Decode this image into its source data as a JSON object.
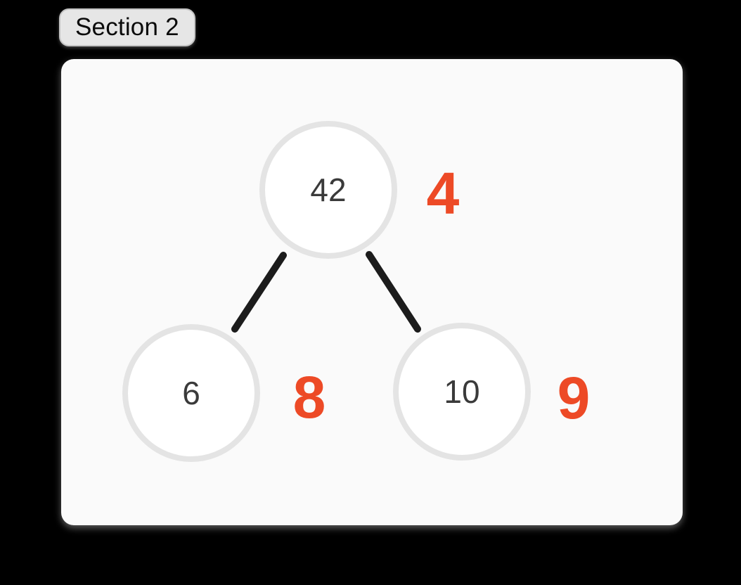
{
  "screen": {
    "background_color": "#000000"
  },
  "section_badge": {
    "label": "Section 2"
  },
  "card": {
    "background_color": "#FAFAFA"
  },
  "tree": {
    "type": "binary-tree",
    "nodes": [
      {
        "id": "root",
        "value": "42",
        "mark": "4"
      },
      {
        "id": "left-child",
        "value": "6",
        "mark": "8"
      },
      {
        "id": "right-child",
        "value": "10",
        "mark": "9"
      }
    ],
    "edges": [
      {
        "from": "root",
        "to": "left-child"
      },
      {
        "from": "root",
        "to": "right-child"
      }
    ],
    "colors": {
      "mark": "#ED4A26",
      "node_fill": "#FFFFFF",
      "node_border": "#E4E4E4",
      "node_text": "#3A3A3A",
      "edge": "#1C1C1C"
    }
  }
}
